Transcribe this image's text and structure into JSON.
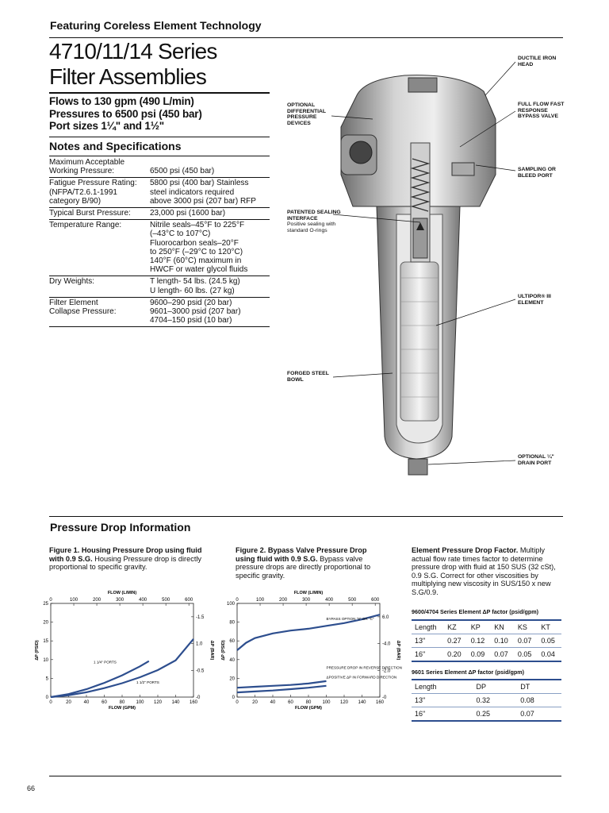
{
  "header": "Featuring Coreless Element Technology",
  "title_lines": [
    "4710/11/14 Series",
    "Filter Assemblies"
  ],
  "headline": [
    "Flows to 130 gpm (490 L/min)",
    "Pressures to 6500 psi (450 bar)",
    "Port sizes 1¼\" and 1½\""
  ],
  "notes_heading": "Notes and Specifications",
  "specs": [
    {
      "label": [
        "Maximum Acceptable",
        "Working Pressure:"
      ],
      "value": [
        "",
        "6500 psi (450 bar)"
      ]
    },
    {
      "label": [
        "Fatigue Pressure Rating:",
        "(NFPA/T2.6.1-1991",
        "category B/90)"
      ],
      "value": [
        "5800 psi (400 bar) Stainless",
        "steel indicators required",
        "above 3000 psi (207 bar) RFP"
      ]
    },
    {
      "label": [
        "Typical Burst Pressure:"
      ],
      "value": [
        "23,000 psi (1600 bar)"
      ]
    },
    {
      "label": [
        "Temperature Range:"
      ],
      "value": [
        "Nitrile seals–45°F to 225°F",
        "(–43°C to 107°C)",
        "Fluorocarbon seals–20°F",
        "to 250°F (–29°C to 120°C)",
        "140°F (60°C) maximum in",
        "HWCF or water glycol fluids"
      ]
    },
    {
      "label": [
        "Dry Weights:"
      ],
      "value": [
        "T length- 54 lbs. (24.5 kg)",
        "U length- 60 lbs. (27 kg)"
      ]
    },
    {
      "label": [
        "Filter Element",
        "Collapse Pressure:"
      ],
      "value": [
        "9600–290 psid (20 bar)",
        "9601–3000 psid (207 bar)",
        "4704–150 psid (10 bar)"
      ]
    }
  ],
  "callouts": {
    "ductile": [
      "DUCTILE IRON",
      "HEAD"
    ],
    "diff": [
      "OPTIONAL",
      "DIFFERENTIAL",
      "PRESSURE",
      "DEVICES"
    ],
    "bypass": [
      "FULL FLOW FAST",
      "RESPONSE",
      "BYPASS VALVE"
    ],
    "sampling": [
      "SAMPLING OR",
      "BLEED PORT"
    ],
    "sealing": [
      "PATENTED SEALING",
      "INTERFACE"
    ],
    "sealing_sub": [
      "Positive sealing with",
      "standard O-rings"
    ],
    "ultipor": [
      "ULTIPOR® III",
      "ELEMENT"
    ],
    "forged": [
      "FORGED STEEL",
      "BOWL"
    ],
    "drain": [
      "OPTIONAL ¼\"",
      "DRAIN PORT"
    ]
  },
  "pressure_heading": "Pressure Drop Information",
  "fig1": {
    "bold": "Figure 1. Housing Pressure Drop using fluid with 0.9 S.G.",
    "text": " Housing Pressure drop is directly proportional to specific gravity."
  },
  "fig2": {
    "bold": "Figure 2. Bypass Valve Pressure Drop using fluid with 0.9 S.G.",
    "text": " Bypass valve pressure drops are directly proportional to specific gravity."
  },
  "factor": {
    "bold": "Element Pressure Drop Factor.",
    "text": " Multiply actual flow rate times factor to determine pressure drop with fluid at 150 SUS (32 cSt), 0.9 S.G. Correct for other viscosities by multiplying new viscosity in SUS/150 x new S.G/0.9."
  },
  "table9600": {
    "title": "9600/4704 Series Element ΔP factor (psid/gpm)",
    "headers": [
      "Length",
      "KZ",
      "KP",
      "KN",
      "KS",
      "KT"
    ],
    "rows": [
      [
        "13\"",
        "0.27",
        "0.12",
        "0.10",
        "0.07",
        "0.05"
      ],
      [
        "16\"",
        "0.20",
        "0.09",
        "0.07",
        "0.05",
        "0.04"
      ]
    ]
  },
  "table9601": {
    "title": "9601 Series Element ΔP factor (psid/gpm)",
    "headers": [
      "Length",
      "DP",
      "DT"
    ],
    "rows": [
      [
        "13\"",
        "0.32",
        "0.08"
      ],
      [
        "16\"",
        "0.25",
        "0.07"
      ]
    ]
  },
  "page_number": "66",
  "colors": {
    "curve": "#2d4e8e",
    "rule_blue": "#2d4e8e"
  },
  "chart_data": [
    {
      "type": "line",
      "xlabel": "FLOW (GPM)",
      "x2label": "FLOW (L/MIN)",
      "ylabel": "ΔP (PSID)",
      "y2label": "ΔP (BAR)",
      "xlim": [
        0,
        160
      ],
      "ylim": [
        0,
        25
      ],
      "xticks": [
        "0",
        "20",
        "40",
        "60",
        "80",
        "100",
        "120",
        "140",
        "160"
      ],
      "x2ticks": [
        "0",
        "100",
        "200",
        "300",
        "400",
        "500",
        "600"
      ],
      "yticks": [
        "0",
        "5",
        "10",
        "15",
        "20",
        "25"
      ],
      "y2ticks": [
        "-0",
        "-0.5",
        "1.0",
        "-1.5"
      ],
      "series": [
        {
          "name": "1 1/4\" PORTS",
          "x": [
            0,
            20,
            40,
            60,
            80,
            100,
            110
          ],
          "y": [
            0,
            0.8,
            2.1,
            3.8,
            5.8,
            8.2,
            9.6
          ]
        },
        {
          "name": "1 1/2\" PORTS",
          "x": [
            0,
            20,
            40,
            60,
            80,
            100,
            120,
            140,
            160
          ],
          "y": [
            0,
            0.5,
            1.3,
            2.4,
            3.7,
            5.3,
            7.2,
            9.8,
            15.5
          ]
        }
      ]
    },
    {
      "type": "line",
      "xlabel": "FLOW (GPM)",
      "x2label": "FLOW (L/MIN)",
      "ylabel": "ΔP (PSID)",
      "y2label": "ΔP (BAR)",
      "xlim": [
        0,
        160
      ],
      "ylim": [
        0,
        100
      ],
      "xticks": [
        "0",
        "20",
        "40",
        "60",
        "80",
        "100",
        "120",
        "140",
        "160"
      ],
      "x2ticks": [
        "0",
        "100",
        "200",
        "300",
        "400",
        "500",
        "600"
      ],
      "yticks": [
        "0",
        "20",
        "40",
        "60",
        "80",
        "100"
      ],
      "y2ticks": [
        "-0",
        "-2.0",
        "-4.0",
        "6.0"
      ],
      "series": [
        {
          "name": "BYPASS OPTION \"8\" OR \"C\"",
          "x": [
            0,
            10,
            20,
            40,
            60,
            80,
            100,
            120,
            140,
            160
          ],
          "y": [
            50,
            58,
            63,
            68,
            71,
            73,
            76,
            79,
            83,
            88
          ]
        },
        {
          "name": "PRESSURE DROP IN REVERSE DIRECTION",
          "x": [
            0,
            20,
            40,
            60,
            80,
            100
          ],
          "y": [
            10,
            11,
            12,
            13,
            14.5,
            17
          ]
        },
        {
          "name": "ΔPOSITIVE ΔP IN FORWARD DIRECTION",
          "x": [
            0,
            20,
            40,
            60,
            80,
            100
          ],
          "y": [
            5,
            6,
            7,
            8.5,
            10,
            12
          ]
        }
      ]
    }
  ]
}
